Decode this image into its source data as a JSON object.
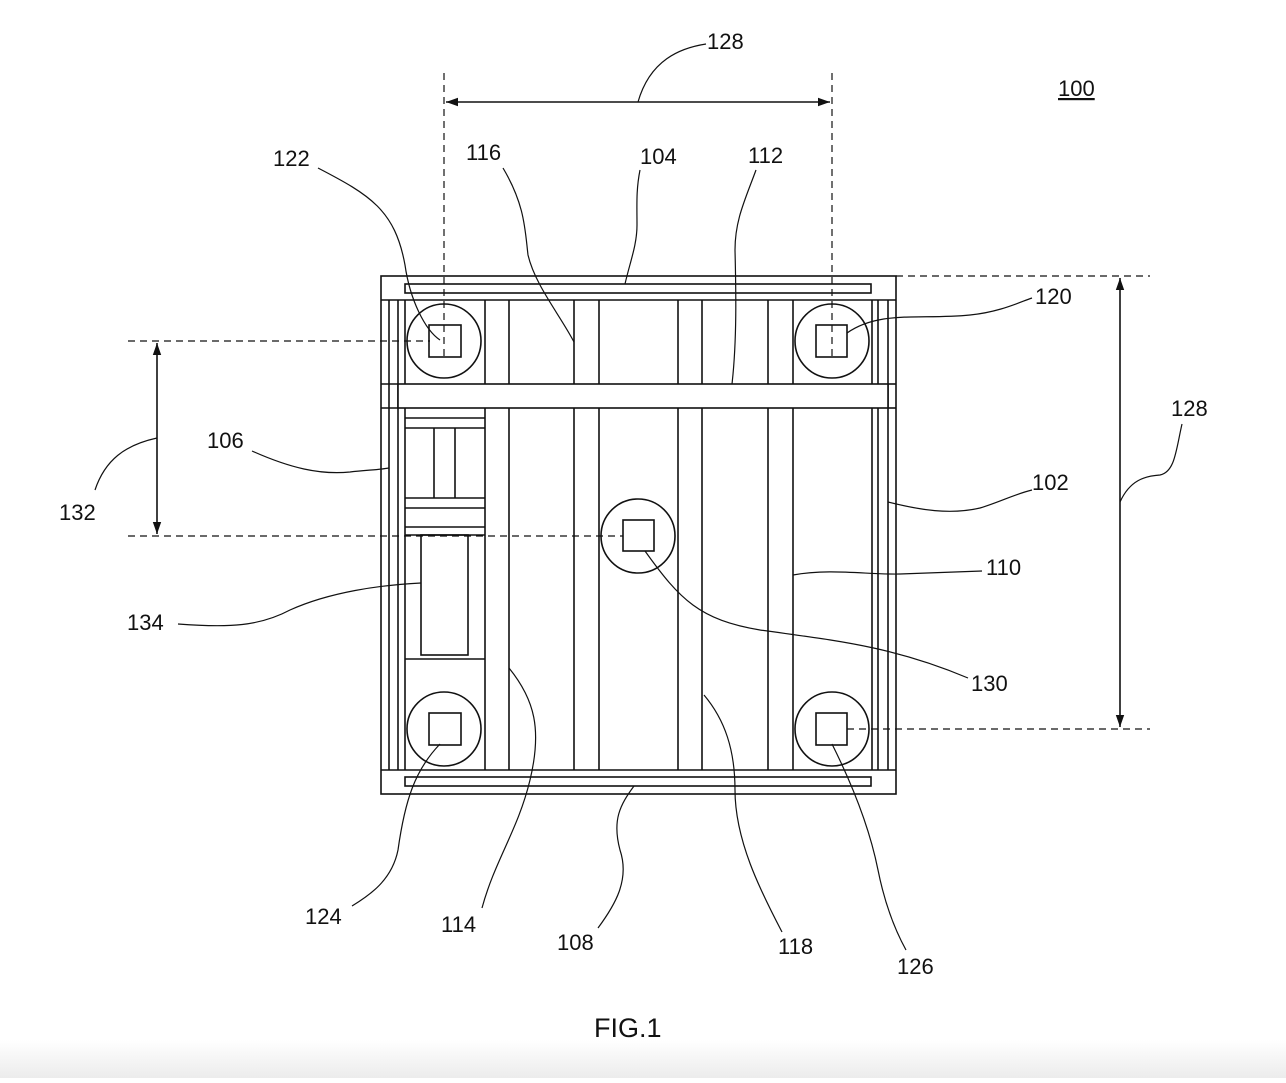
{
  "figure": {
    "ref_overall": "100",
    "caption": "FIG.1"
  },
  "labels": {
    "l102": "102",
    "l104": "104",
    "l106": "106",
    "l108": "108",
    "l110": "110",
    "l112": "112",
    "l114": "114",
    "l116": "116",
    "l118": "118",
    "l120": "120",
    "l122": "122",
    "l124": "124",
    "l126": "126",
    "l128_top": "128",
    "l128_right": "128",
    "l130": "130",
    "l132": "132",
    "l134": "134"
  }
}
